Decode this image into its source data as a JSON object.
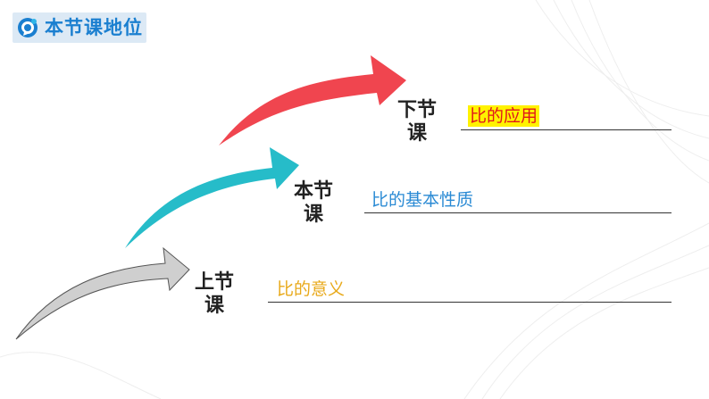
{
  "header": {
    "title": "本节课地位",
    "logo_icon": "chat-bubble-logo-icon",
    "bg_color": "#dce9f5",
    "title_color": "#1a7fd0"
  },
  "stages": {
    "previous": {
      "label": "上节课",
      "topic": "比的意义",
      "topic_color": "#e8a91a",
      "arrow_color": "#cfcfcf"
    },
    "current": {
      "label": "本节课",
      "topic": "比的基本性质",
      "topic_color": "#2a8ad4",
      "arrow_color": "#26bcc9"
    },
    "next": {
      "label": "下节课",
      "topic": "比的应用",
      "topic_color": "#e0161b",
      "topic_highlight": "#fff200",
      "arrow_color": "#f0454f"
    }
  }
}
